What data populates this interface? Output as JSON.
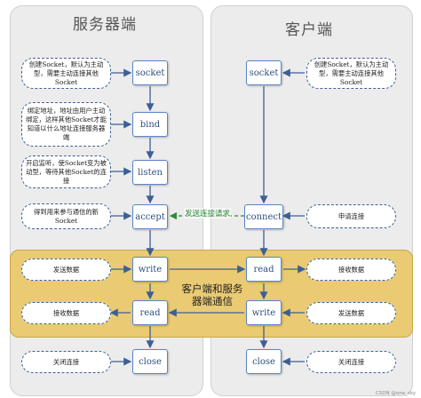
{
  "server": {
    "title": "服务器端",
    "notes": {
      "socket": "创建Socket，默认为主动型，需要主动连接其他Socket",
      "bind": "绑定地址，地址由用户主动绑定，这样其他Socket才能知道以什么地址连接服务器端",
      "listen": "开启监听，使Socket变为被动型，等待其他Socket的连接",
      "accept": "得到用来参与通信的新Socket",
      "send": "发送数据",
      "recv": "接收数据",
      "close": "关闭连接"
    },
    "funcs": {
      "socket": "socket",
      "bind": "bind",
      "listen": "listen",
      "accept": "accept",
      "write": "write",
      "read": "read",
      "close": "close"
    }
  },
  "client": {
    "title": "客户端",
    "notes": {
      "socket": "创建Socket，默认为主动型，需要主动连接其他Socket",
      "connect": "申请连接",
      "recv": "接收数据",
      "send": "发送数据",
      "close": "关闭连接"
    },
    "funcs": {
      "socket": "socket",
      "connect": "connect",
      "read": "read",
      "write": "write",
      "close": "close"
    }
  },
  "request_label": "发送连接请求",
  "band_label_line1": "客户端和服务",
  "band_label_line2": "器端通信",
  "watermark": "CSDN @one_sky",
  "colors": {
    "panel": "#ececec",
    "band": "#eacb73",
    "box_border": "#5b86c5",
    "note_border": "#3e5f93",
    "request_arrow": "#2e8b3a"
  }
}
